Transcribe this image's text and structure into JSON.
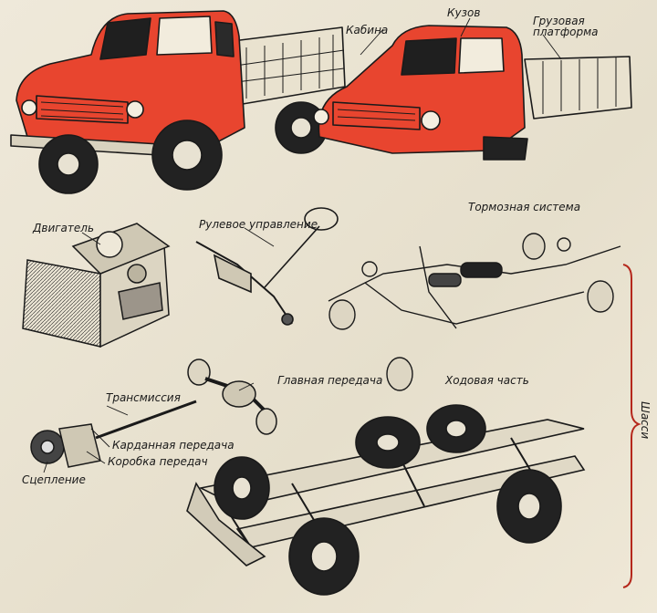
{
  "labels": {
    "cab": "Кабина",
    "body": "Кузов",
    "cargo_platform": "Грузовая платформа",
    "engine": "Двигатель",
    "steering": "Рулевое управление",
    "brakes": "Тормозная система",
    "main_gear": "Главная передача",
    "transmission": "Трансмиссия",
    "running_gear": "Ходовая часть",
    "cardan": "Карданная передача",
    "gearbox": "Коробка передач",
    "clutch": "Сцепление",
    "chassis": "Шасси"
  },
  "colors": {
    "truck_red": "#e8452f",
    "ink": "#1a1a1a",
    "paper": "#ece6d6"
  }
}
